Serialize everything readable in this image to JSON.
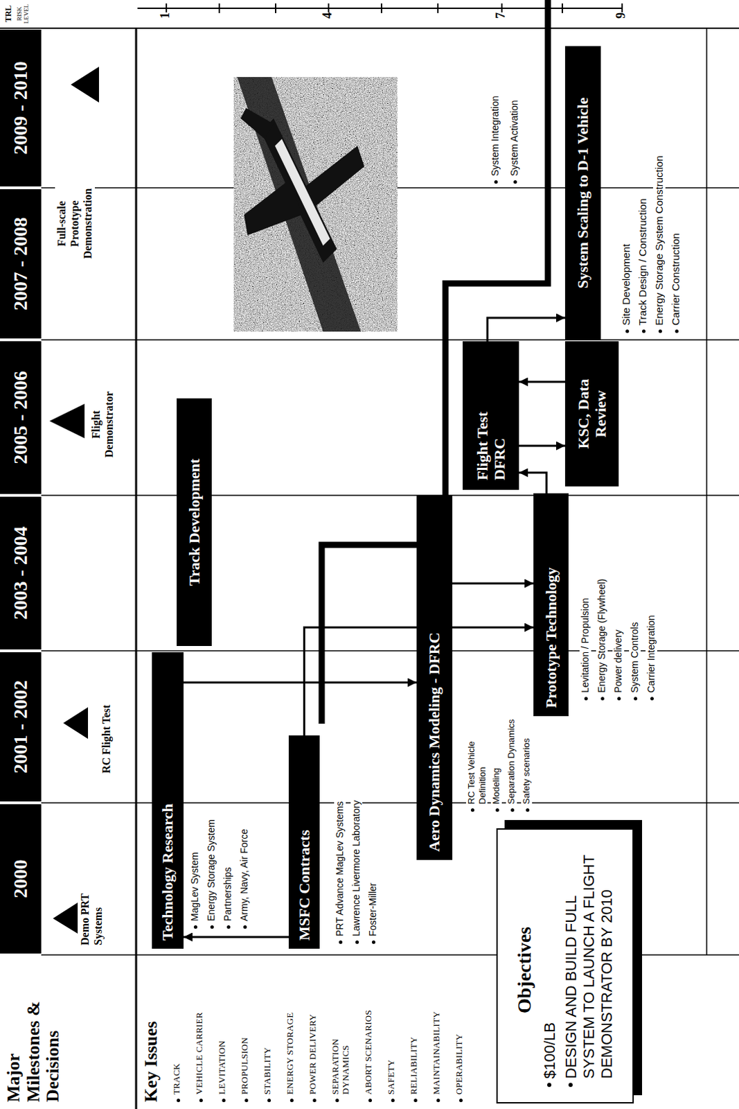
{
  "diagram": {
    "nodes": [
      {
        "text": [
          "2000"
        ]
      },
      {
        "text": [
          "2001 - 2002"
        ]
      },
      {
        "text": [
          "2003 - 2004"
        ]
      },
      {
        "text": [
          "2005 - 2006"
        ]
      },
      {
        "text": [
          "2007 - 2008"
        ]
      },
      {
        "text": [
          "2009 - 2010"
        ]
      },
      {
        "text": [
          "Technology Research"
        ]
      },
      {
        "text": [
          "MSFC Contracts"
        ]
      },
      {
        "text": [
          "Aero Dynamics Modeling - DFRC"
        ]
      },
      {
        "text": [
          "Track Development"
        ]
      },
      {
        "text": [
          "Prototype Technology"
        ]
      },
      {
        "text": [
          "Flight Test DFRC"
        ]
      },
      {
        "text": [
          "KSC, Data Review"
        ]
      },
      {
        "text": [
          "System Scaling to D-1 Vehicle"
        ]
      },
      {
        "text": [
          "Objectives",
          "$100/LB",
          "DESIGN AND BUILD FULL SYSTEM TO LAUNCH A FLIGHT DEMONSTRATOR BY 2010"
        ]
      }
    ],
    "edges": [
      {
        "from": 7,
        "to": 6,
        "arrow": "to"
      },
      {
        "from": 6,
        "to": 8,
        "arrow": "to"
      },
      {
        "from": 7,
        "to": 10,
        "arrow": "to"
      },
      {
        "from": 8,
        "to": 10,
        "arrow": "to"
      },
      {
        "from": 10,
        "to": 11,
        "arrow": "to"
      },
      {
        "from": 11,
        "to": 12,
        "arrow": "to"
      },
      {
        "from": 12,
        "to": 11,
        "arrow": "to"
      },
      {
        "from": 11,
        "to": 13,
        "arrow": "to"
      }
    ],
    "labels": [
      "Major Milestones & Decisions",
      "Demo PRT Systems",
      "RC Flight Test",
      "Flight Demonstrator",
      "Full-scale Prototype Demonstration",
      "Key Issues",
      "TRACK",
      "VEHICLE CARRIER",
      "LEVITATION",
      "PROPULSION",
      "STABILITY",
      "ENERGY STORAGE",
      "POWER DELIVERY",
      "SEPARATION DYNAMICS",
      "ABORT SCENARIOS",
      "SAFETY",
      "RELIABILITY",
      "MAINTAINABILITY",
      "OPERABILITY",
      "MagLev System",
      "Energy Storage System",
      "Partnerships",
      "Army, Navy, Air Force",
      "PRT Advance MagLev Systems",
      "Lawrence Livermore Laboratory",
      "Foster-Miller",
      "RC Test Vehicle Definition",
      "Modeling",
      "Separation Dynamics",
      "Safety scenarios",
      "Levitation / Propulsion",
      "Energy Storage (Flywheel)",
      "Power delivery",
      "System Controls",
      "Carrier Integration",
      "System Integration",
      "System Activation",
      "Site Development",
      "Track Design / Construction",
      "Energy Storage System Construction",
      "Carrier Construction",
      "TRL",
      "RISK LEVEL",
      "1",
      "4",
      "7",
      "9"
    ]
  }
}
